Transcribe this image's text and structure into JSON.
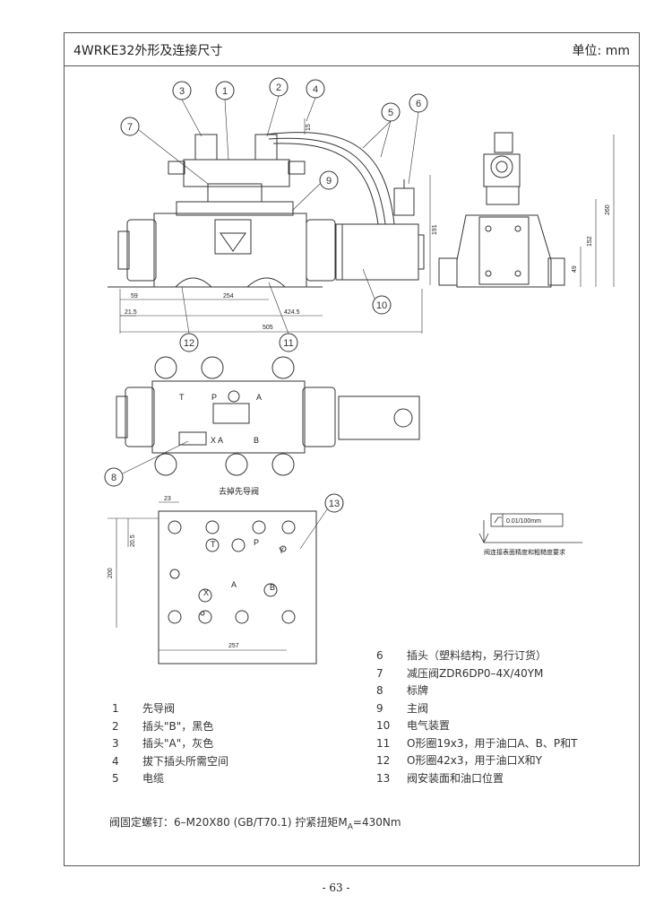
{
  "header": {
    "title": "4WRKE32外形及连接尺寸",
    "unit": "单位: mm"
  },
  "dims": {
    "d15": "15",
    "d59": "59",
    "d254": "254",
    "d21_5": "21.5",
    "d424_5": "424.5",
    "d505": "505",
    "d191": "191",
    "d260": "260",
    "d152": "152",
    "d49": "49",
    "d23": "23",
    "d20_5": "20.5",
    "d200": "200",
    "d257": "257"
  },
  "callouts": [
    "1",
    "2",
    "3",
    "4",
    "5",
    "6",
    "7",
    "8",
    "9",
    "10",
    "11",
    "12",
    "13"
  ],
  "port_labels": {
    "t": "T",
    "p": "P",
    "a": "A",
    "b": "B",
    "x": "X",
    "y": "Y",
    "xa": "X A"
  },
  "pilot_note": "去掉先导阀",
  "flatness": {
    "value": "0.01/100mm",
    "caption": "阀连接表面精度和粗糙度要求"
  },
  "legend_left": [
    {
      "n": "1",
      "t": "先导阀"
    },
    {
      "n": "2",
      "t": "插头\"B\"，黑色"
    },
    {
      "n": "3",
      "t": "插头\"A\"，灰色"
    },
    {
      "n": "4",
      "t": "拔下插头所需空间"
    },
    {
      "n": "5",
      "t": "电缆"
    }
  ],
  "legend_right": [
    {
      "n": "6",
      "t": "插头（塑料结构，另行订货）"
    },
    {
      "n": "7",
      "t": "减压阀ZDR6DP0–4X/40YM"
    },
    {
      "n": "8",
      "t": "标牌"
    },
    {
      "n": "9",
      "t": "主阀"
    },
    {
      "n": "10",
      "t": "电气装置"
    },
    {
      "n": "11",
      "t": "O形圈19x3，用于油口A、B、P和T"
    },
    {
      "n": "12",
      "t": "O形圈42x3，用于油口X和Y"
    },
    {
      "n": "13",
      "t": "阀安装面和油口位置"
    }
  ],
  "bolt_note": {
    "pre": "阀固定螺钉：6–M20X80 (GB/T70.1) 拧紧扭矩M",
    "sub": "A",
    "post": "=430Nm"
  },
  "page_number": "- 63 -"
}
